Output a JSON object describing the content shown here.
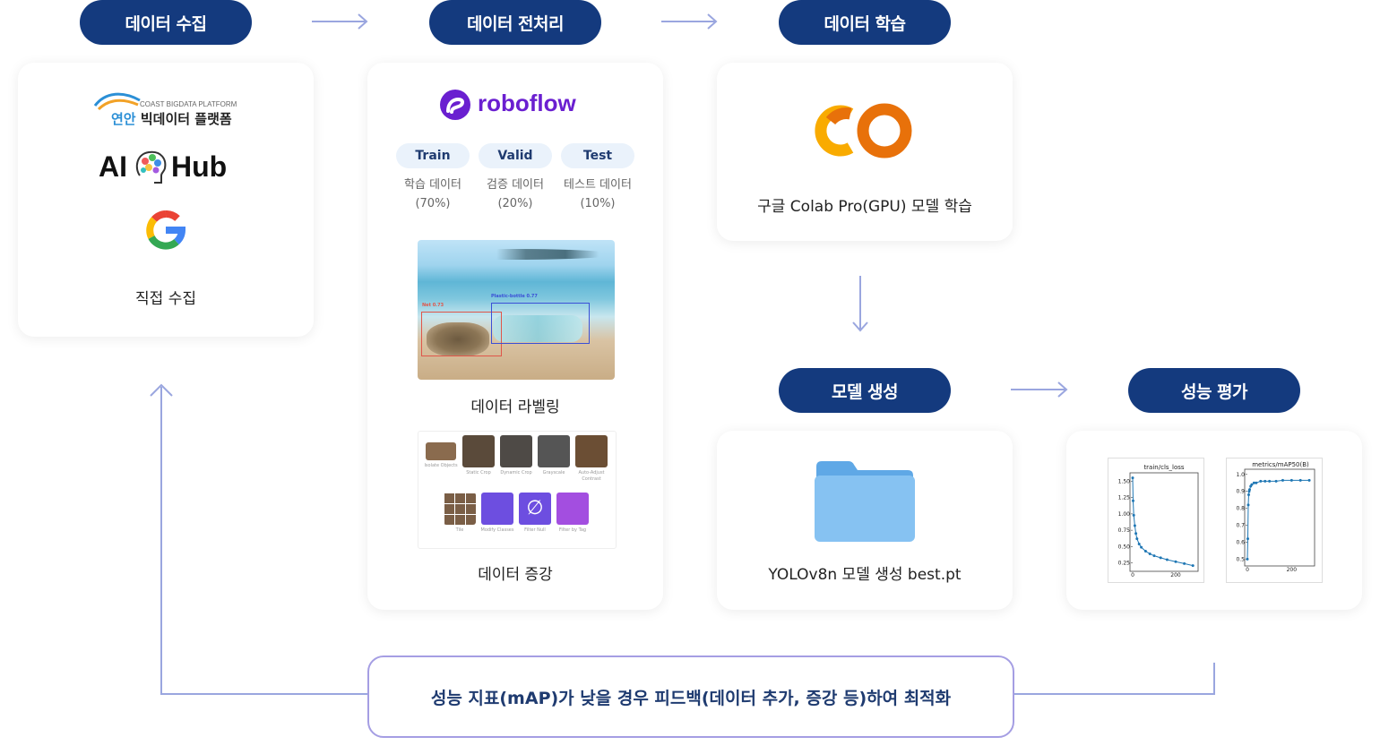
{
  "steps": {
    "collect": "데이터 수집",
    "preprocess": "데이터 전처리",
    "train": "데이터 학습",
    "model": "모델 생성",
    "eval": "성능 평가"
  },
  "collect_card": {
    "coast_small": "COAST BIGDATA PLATFORM",
    "coast_prefix": "연안",
    "coast_main": "빅데이터 플랫폼",
    "aihub_left": "AI",
    "aihub_right": "Hub",
    "google_letter": "G",
    "caption": "직접 수집"
  },
  "preprocess_card": {
    "brand": "roboflow",
    "splits": [
      {
        "tag": "Train",
        "name": "학습 데이터",
        "pct": "(70%)"
      },
      {
        "tag": "Valid",
        "name": "검증 데이터",
        "pct": "(20%)"
      },
      {
        "tag": "Test",
        "name": "테스트 데이터",
        "pct": "(10%)"
      }
    ],
    "label_net": "Net 0.73",
    "label_bottle": "Plastic-bottle 0.77",
    "labeling_caption": "데이터 라벨링",
    "aug_items": [
      {
        "cap": "Isolate Objects",
        "color": "#8a6b4e"
      },
      {
        "cap": "Static Crop",
        "color": "#5a4a3a"
      },
      {
        "cap": "Dynamic Crop",
        "color": "#4e4a46"
      },
      {
        "cap": "Grayscale",
        "color": "#555555"
      },
      {
        "cap": "Auto-Adjust Contrast",
        "color": "#6b4e34"
      },
      {
        "cap": "Tile",
        "color": "#7a5e46"
      },
      {
        "cap": "Modify Classes",
        "color": "#6d4ee0"
      },
      {
        "cap": "Filter Null",
        "color": "#6d4ee0"
      },
      {
        "cap": "Filter by Tag",
        "color": "#a34ee0"
      }
    ],
    "augment_caption": "데이터 증강"
  },
  "train_card": {
    "caption": "구글 Colab Pro(GPU) 모델 학습"
  },
  "model_card": {
    "caption": "YOLOv8n 모델 생성 best.pt"
  },
  "feedback": {
    "text": "성능 지표(mAP)가 낮을 경우 피드백(데이터 추가, 증강 등)하여 최적화"
  },
  "colors": {
    "pill": "#143a7e",
    "arrow": "#9aa6df",
    "feedback_border": "#a59ee3",
    "chart_line": "#1f77b4"
  },
  "chart_data": [
    {
      "type": "line",
      "title": "train/cls_loss",
      "xlabel": "",
      "ylabel": "",
      "x_ticks": [
        "0",
        "200"
      ],
      "y_ticks": [
        "0.25",
        "0.50",
        "0.75",
        "1.00",
        "1.25",
        "1.50"
      ],
      "xlim": [
        0,
        300
      ],
      "ylim": [
        0.15,
        1.6
      ],
      "x": [
        0,
        2,
        5,
        10,
        15,
        20,
        30,
        40,
        60,
        80,
        100,
        130,
        160,
        200,
        240,
        280
      ],
      "values": [
        1.55,
        1.2,
        0.98,
        0.82,
        0.7,
        0.62,
        0.54,
        0.49,
        0.43,
        0.39,
        0.36,
        0.33,
        0.3,
        0.27,
        0.24,
        0.21
      ]
    },
    {
      "type": "line",
      "title": "metrics/mAP50(B)",
      "xlabel": "",
      "ylabel": "",
      "x_ticks": [
        "0",
        "200"
      ],
      "y_ticks": [
        "0.5",
        "0.6",
        "0.7",
        "0.8",
        "0.9",
        "1.0"
      ],
      "xlim": [
        0,
        300
      ],
      "ylim": [
        0.47,
        1.02
      ],
      "x": [
        0,
        2,
        4,
        6,
        8,
        10,
        15,
        20,
        30,
        40,
        60,
        80,
        100,
        130,
        160,
        200,
        240,
        280
      ],
      "values": [
        0.5,
        0.62,
        0.82,
        0.88,
        0.9,
        0.91,
        0.93,
        0.94,
        0.95,
        0.95,
        0.96,
        0.96,
        0.96,
        0.96,
        0.965,
        0.965,
        0.965,
        0.965
      ]
    }
  ]
}
